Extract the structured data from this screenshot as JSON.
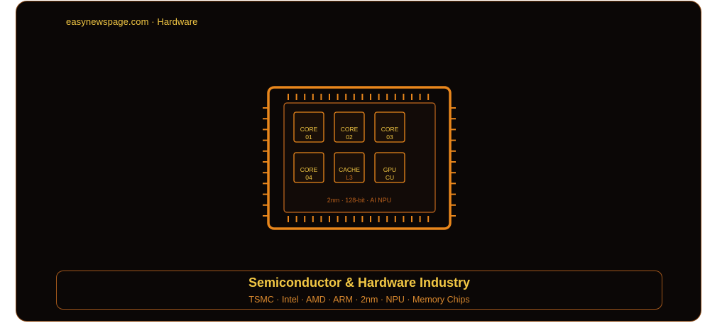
{
  "header": {
    "site_label": "easynewspage.com · Hardware"
  },
  "chip": {
    "blocks": [
      {
        "line1": "CORE",
        "line2": "01"
      },
      {
        "line1": "CORE",
        "line2": "02"
      },
      {
        "line1": "CORE",
        "line2": "03"
      },
      {
        "line1": "CORE",
        "line2": "04"
      },
      {
        "line1": "CACHE",
        "line2": "L3"
      },
      {
        "line1": "GPU",
        "line2": "CU"
      }
    ],
    "spec": "2nm · 128-bit · AI NPU"
  },
  "banner": {
    "title": "Semiconductor & Hardware Industry",
    "subtitle": "TSMC · Intel · AMD · ARM · 2nm · NPU · Memory Chips"
  },
  "colors": {
    "background": "#0b0706",
    "accent_orange": "#e8861c",
    "accent_yellow": "#f2c744",
    "border_brown": "#8a4a18"
  }
}
